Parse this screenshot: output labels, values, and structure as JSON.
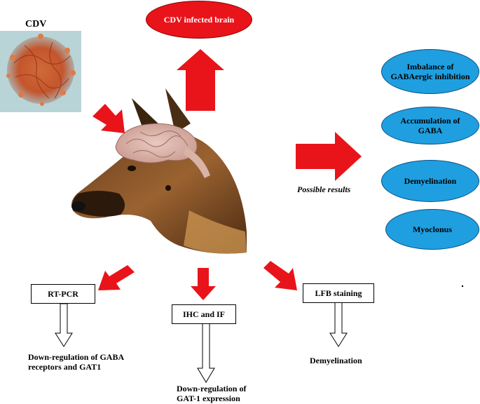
{
  "source": {
    "label": "CDV",
    "image_icon": "virus-particle-image"
  },
  "center": {
    "image_icon": "dog-head-with-brain-illustration"
  },
  "top": {
    "label": "CDV infected brain"
  },
  "methods": [
    {
      "label": "RT-PCR",
      "result": "Down-regulation of GABA receptors and GAT1"
    },
    {
      "label": "IHC and IF",
      "result": "Down-regulation of GAT-1 expression"
    },
    {
      "label": "LFB staining",
      "result": "Demyelination"
    }
  ],
  "possible": {
    "label": "Possible results",
    "items": [
      "Imbalance of GABAergic inhibition",
      "Accumulation of GABA",
      "Demyelination",
      "Myoclonus"
    ]
  },
  "colors": {
    "arrow_red": "#e8141a",
    "ellipse_blue": "#1f9fe0",
    "ellipse_red": "#e8141a"
  }
}
